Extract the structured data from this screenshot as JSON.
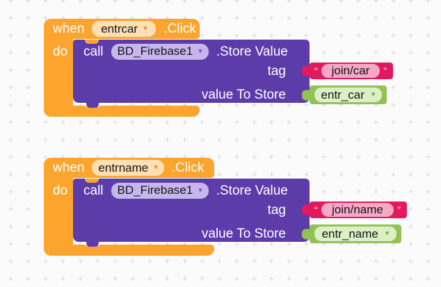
{
  "grid": {
    "glyph": "+"
  },
  "icons": {
    "dropdown_arrow": "▾"
  },
  "colors": {
    "event_orange": "#FBA52E",
    "method_purple": "#5C3CA9",
    "text_magenta": "#E2195F",
    "variable_green": "#90C353"
  },
  "stacks": [
    {
      "when_label": "when",
      "component": "entrcar",
      "event_suffix": ".Click",
      "do_label": "do",
      "call_label": "call",
      "call_component": "BD_Firebase1",
      "method_suffix": ".Store Value",
      "tag_label": "tag",
      "open_quote": "“",
      "tag_text": "join/car",
      "close_quote": "”",
      "value_label": "value To Store",
      "value_variable": "entr_car"
    },
    {
      "when_label": "when",
      "component": "entrname",
      "event_suffix": ".Click",
      "do_label": "do",
      "call_label": "call",
      "call_component": "BD_Firebase1",
      "method_suffix": ".Store Value",
      "tag_label": "tag",
      "open_quote": "“",
      "tag_text": "join/name",
      "close_quote": "”",
      "value_label": "value To Store",
      "value_variable": "entr_name"
    }
  ]
}
